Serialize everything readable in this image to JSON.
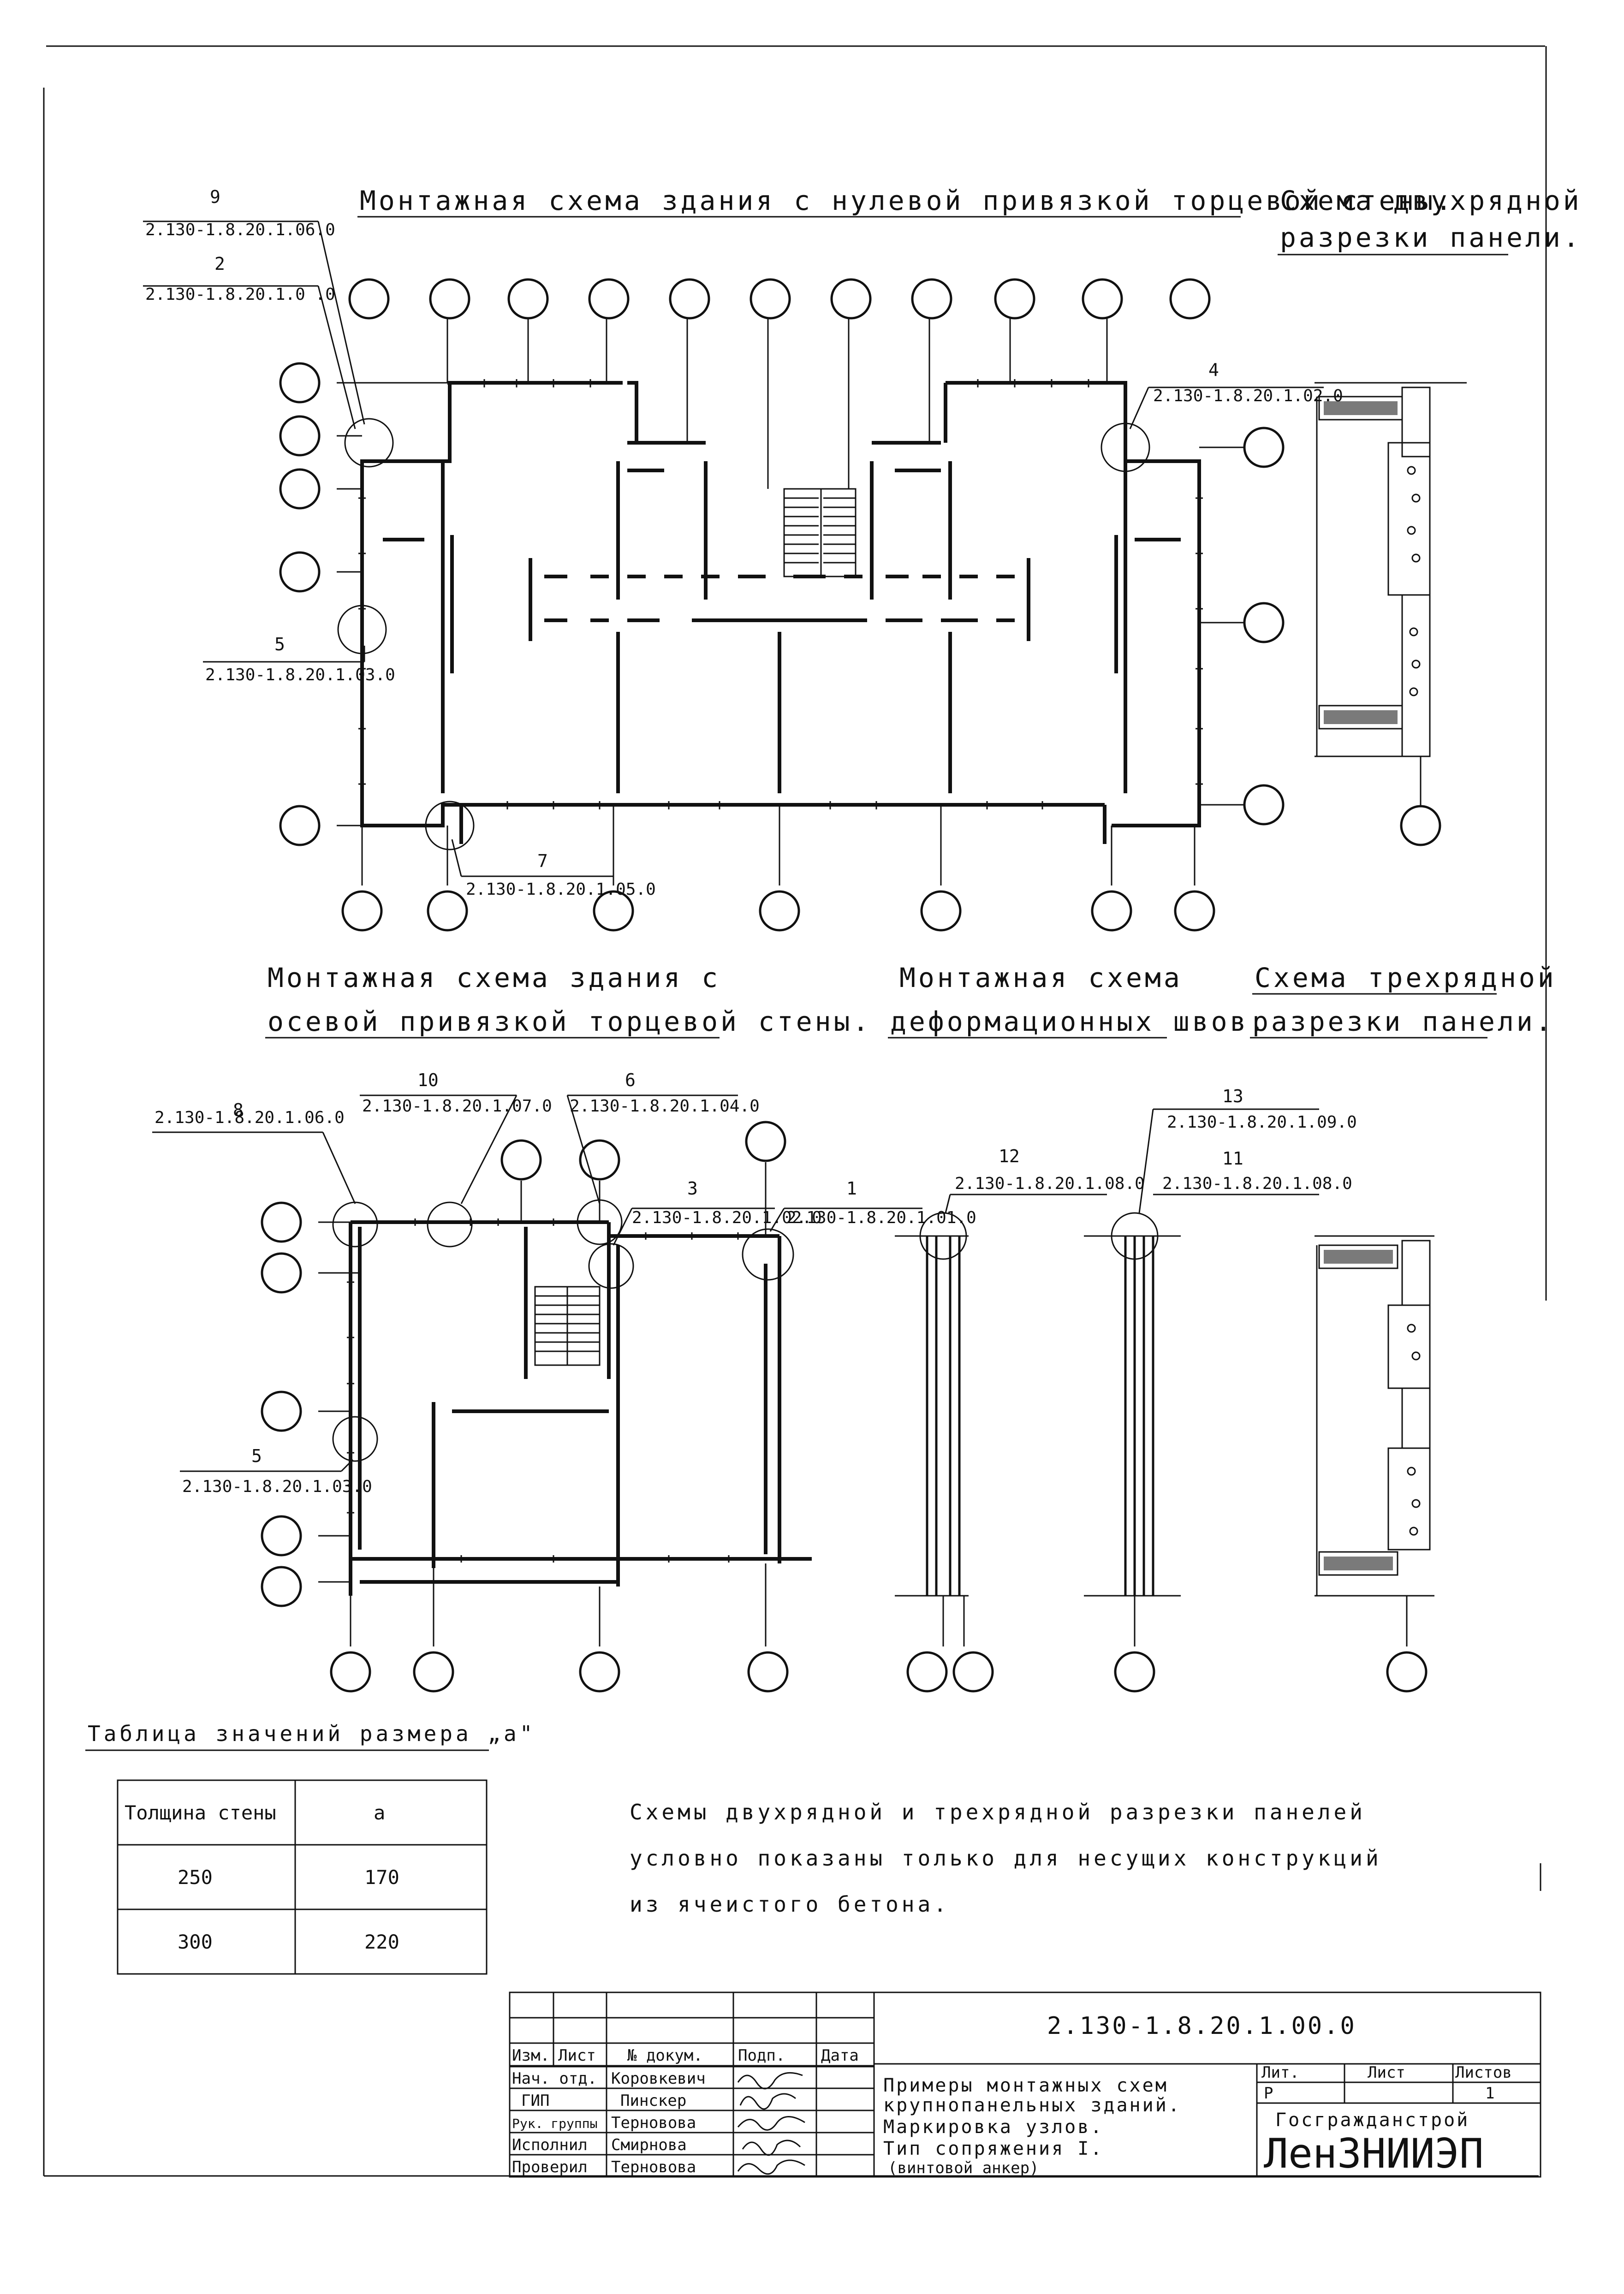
{
  "headings": {
    "plan1": "Монтажная схема здания с нулевой привязкой торцевой стены.",
    "two_row_l1": "Схема двухрядной",
    "two_row_l2": "разрезки панели.",
    "plan2_l1": "Монтажная схема здания с",
    "plan2_l2": "осевой привязкой торцевой стены.",
    "joints_l1": "Монтажная схема",
    "joints_l2": "деформационных швов.",
    "three_row_l1": "Схема трехрядной",
    "three_row_l2": "разрезки панели."
  },
  "callouts_plan1": [
    {
      "num": "9",
      "code": "2.130-1.8.20.1.06.0"
    },
    {
      "num": "2",
      "code": "2.130-1.8.20.1.0 .0"
    },
    {
      "num": "4",
      "code": "2.130-1.8.20.1.02.0"
    },
    {
      "num": "5",
      "code": "2.130-1.8.20.1.03.0"
    },
    {
      "num": "7",
      "code": "2.130-1.8.20.1.05.0"
    }
  ],
  "callouts_plan2": [
    {
      "num": "8",
      "code": "2.130-1.8.20.1.06.0"
    },
    {
      "num": "10",
      "code": "2.130-1.8.20.1.07.0"
    },
    {
      "num": "6",
      "code": "2.130-1.8.20.1.04.0"
    },
    {
      "num": "3",
      "code": "2.130-1.8.20.1.02.0"
    },
    {
      "num": "1",
      "code": "2.130-1.8.20.1.01.0"
    },
    {
      "num": "5",
      "code": "2.130-1.8.20.1.03.0"
    }
  ],
  "callouts_joints": [
    {
      "num": "12",
      "code": "2.130-1.8.20.1.08.0"
    },
    {
      "num": "13",
      "code": "2.130-1.8.20.1.09.0"
    },
    {
      "num": "11",
      "code": "2.130-1.8.20.1.08.0"
    }
  ],
  "table": {
    "title": "Таблица значений размера „a\"",
    "headers": [
      "Толщина стены",
      "a"
    ],
    "rows": [
      [
        "250",
        "170"
      ],
      [
        "300",
        "220"
      ]
    ]
  },
  "note": [
    "Схемы двухрядной и трехрядной разрезки панелей",
    "условно показаны только для несущих конструкций",
    "из ячеистого бетона."
  ],
  "stamp": {
    "doc_code": "2.130-1.8.20.1.00.0",
    "col_headers": [
      "Изм.",
      "Лист",
      "№ докум.",
      "Подп.",
      "Дата"
    ],
    "roles": [
      {
        "role": "Нач. отд.",
        "name": "Коровкевич"
      },
      {
        "role": "ГИП",
        "name": "Пинскер"
      },
      {
        "role": "Рук. группы",
        "name": "Терновова"
      },
      {
        "role": "Исполнил",
        "name": "Смирнова"
      },
      {
        "role": "Проверил",
        "name": "Терновова"
      }
    ],
    "description": [
      "Примеры монтажных схем",
      "крупнопанельных зданий.",
      "Маркировка узлов.",
      "Тип сопряжения I.",
      "(винтовой анкер)"
    ],
    "stage_label": "Лит.",
    "sheet_label": "Лист",
    "sheets_label": "Листов",
    "stage": "Р",
    "sheet": "1",
    "agency": "Госгражданстрой",
    "org": "ЛенЗНИИЭП"
  }
}
